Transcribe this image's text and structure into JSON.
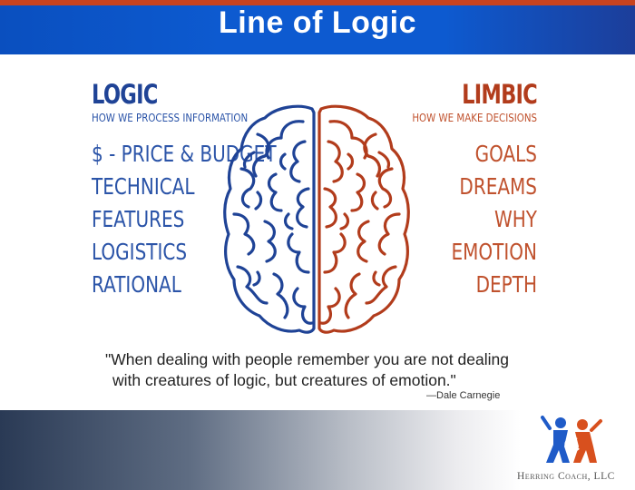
{
  "banner": {
    "title": "Line of Logic"
  },
  "logic": {
    "heading": "LOGIC",
    "subheading": "HOW WE PROCESS INFORMATION",
    "items": [
      "$ - PRICE & BUDGET",
      "TECHNICAL",
      "FEATURES",
      "LOGISTICS",
      "RATIONAL"
    ]
  },
  "limbic": {
    "heading": "LIMBIC",
    "subheading": "HOW WE MAKE DECISIONS",
    "items": [
      "GOALS",
      "DREAMS",
      "WHY",
      "EMOTION",
      "DEPTH"
    ]
  },
  "quote": {
    "line1": "\"When dealing with people remember you are not dealing",
    "line2": "with creatures of logic, but creatures of emotion.\"",
    "attribution": "—Dale Carnegie"
  },
  "footer": {
    "company": "Herring Coach, LLC"
  },
  "colors": {
    "logic": "#2b54a8",
    "limbic": "#c0522e",
    "banner": "#0d5ad0",
    "accent_line": "#c8431f"
  },
  "icons": {
    "brain": "brain-illustration-icon",
    "logo": "herring-coach-logo-icon"
  }
}
